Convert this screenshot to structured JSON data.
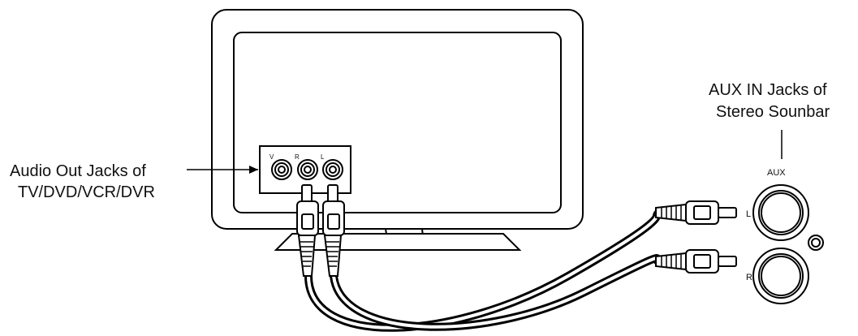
{
  "tv_label": {
    "line1": "Audio Out Jacks of",
    "line2": "TV/DVD/VCR/DVR"
  },
  "soundbar_label": {
    "line1": "AUX IN Jacks of",
    "line2": "Stereo Sounbar"
  },
  "tv_jacks": {
    "v": "V",
    "r": "R",
    "l": "L"
  },
  "soundbar_jacks": {
    "header": "AUX",
    "left": "L",
    "right": "R"
  }
}
